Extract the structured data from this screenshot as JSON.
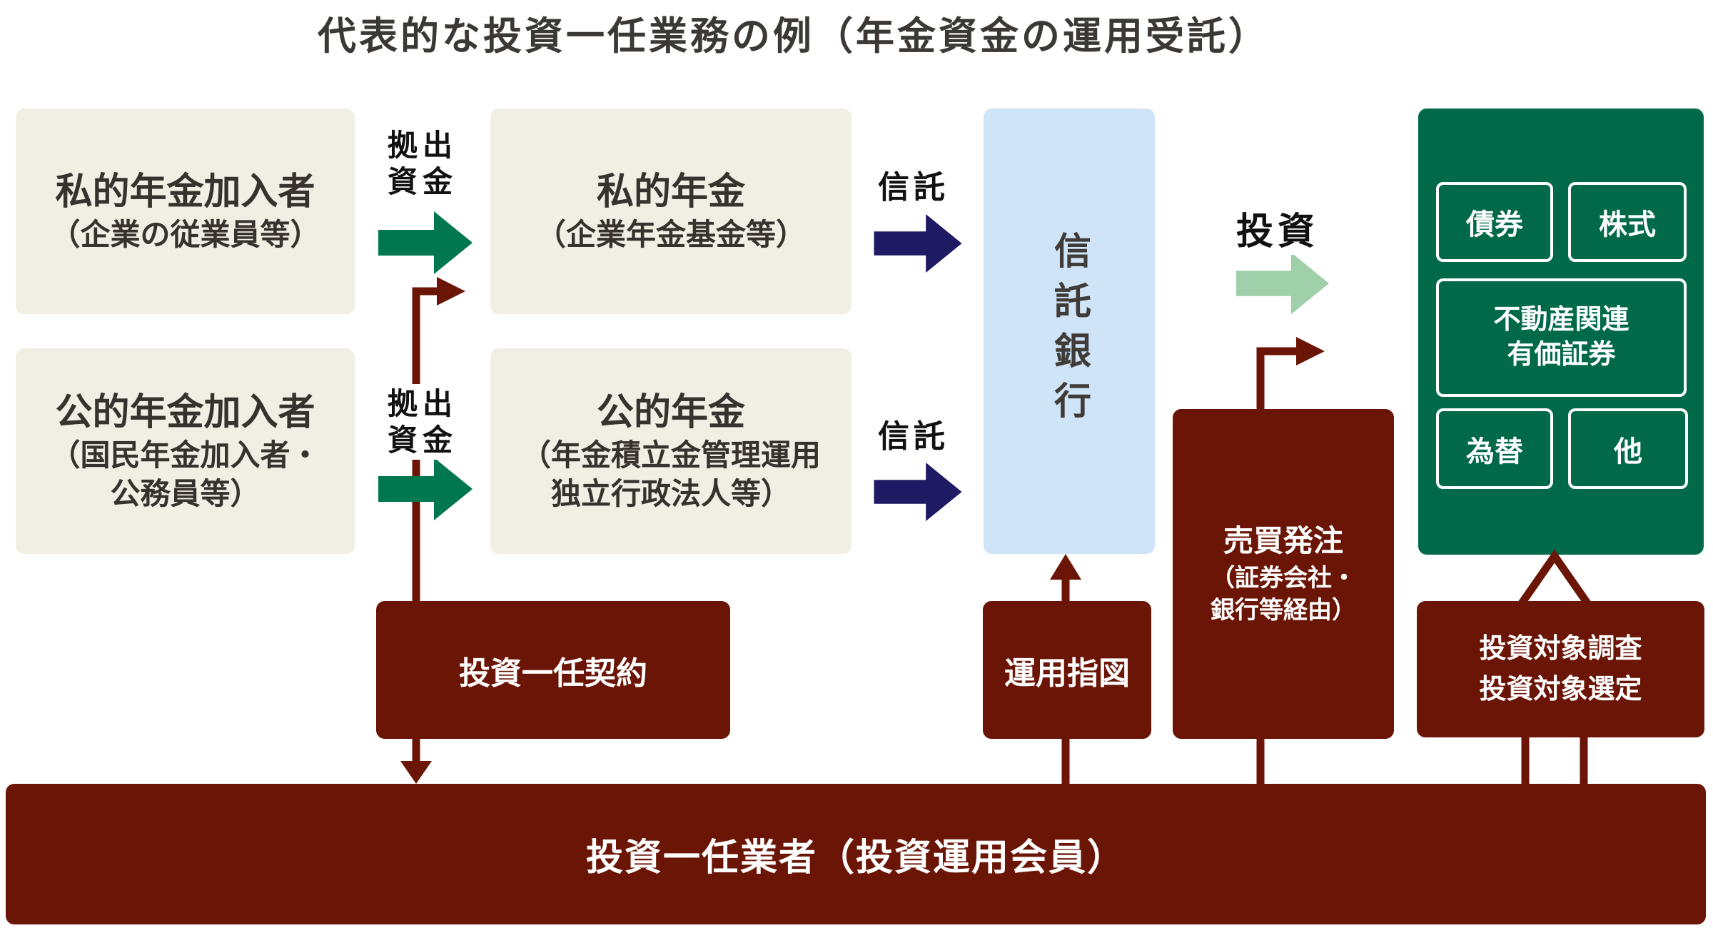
{
  "title": "代表的な投資一任業務の例（年金資金の運用受託）",
  "colors": {
    "maroon": "#6a1505",
    "green_box": "#00694a",
    "green_arrow": "#00774f",
    "light_green_arrow": "#9fd0a9",
    "navy_arrow": "#1e1a63",
    "light_blue_box": "#cfe4f6",
    "beige_box": "#f1eee4",
    "title_text": "#3c3835",
    "white_text": "#ffffff"
  },
  "flow_labels": {
    "contribution_1": "拠出資金",
    "contribution_2": "拠出資金",
    "trust_1": "信託",
    "trust_2": "信託",
    "investment": "投資"
  },
  "boxes": {
    "private_participant": {
      "title": "私的年金加入者",
      "subtitle": "（企業の従業員等）"
    },
    "public_participant": {
      "title": "公的年金加入者",
      "subtitle_line1": "（国民年金加入者・",
      "subtitle_line2": "公務員等）"
    },
    "private_pension": {
      "title": "私的年金",
      "subtitle": "（企業年金基金等）"
    },
    "public_pension": {
      "title": "公的年金",
      "subtitle_line1": "（年金積立金管理運用",
      "subtitle_line2": "独立行政法人等）"
    },
    "trust_bank": {
      "title": "信託銀行"
    },
    "investment_targets": {
      "bond": "債券",
      "stock": "株式",
      "real_estate_line1": "不動産関連",
      "real_estate_line2": "有価証券",
      "fx": "為替",
      "other": "他"
    },
    "mandate_contract": {
      "title": "投資一任契約"
    },
    "management_instruction": {
      "title": "運用指図"
    },
    "trade_order": {
      "line1": "売買発注",
      "line2": "（証券会社・",
      "line3": "銀行等経由）"
    },
    "target_research": {
      "line1": "投資対象調査",
      "line2": "投資対象選定"
    },
    "operator_bar": {
      "title": "投資一任業者（投資運用会員）"
    }
  }
}
